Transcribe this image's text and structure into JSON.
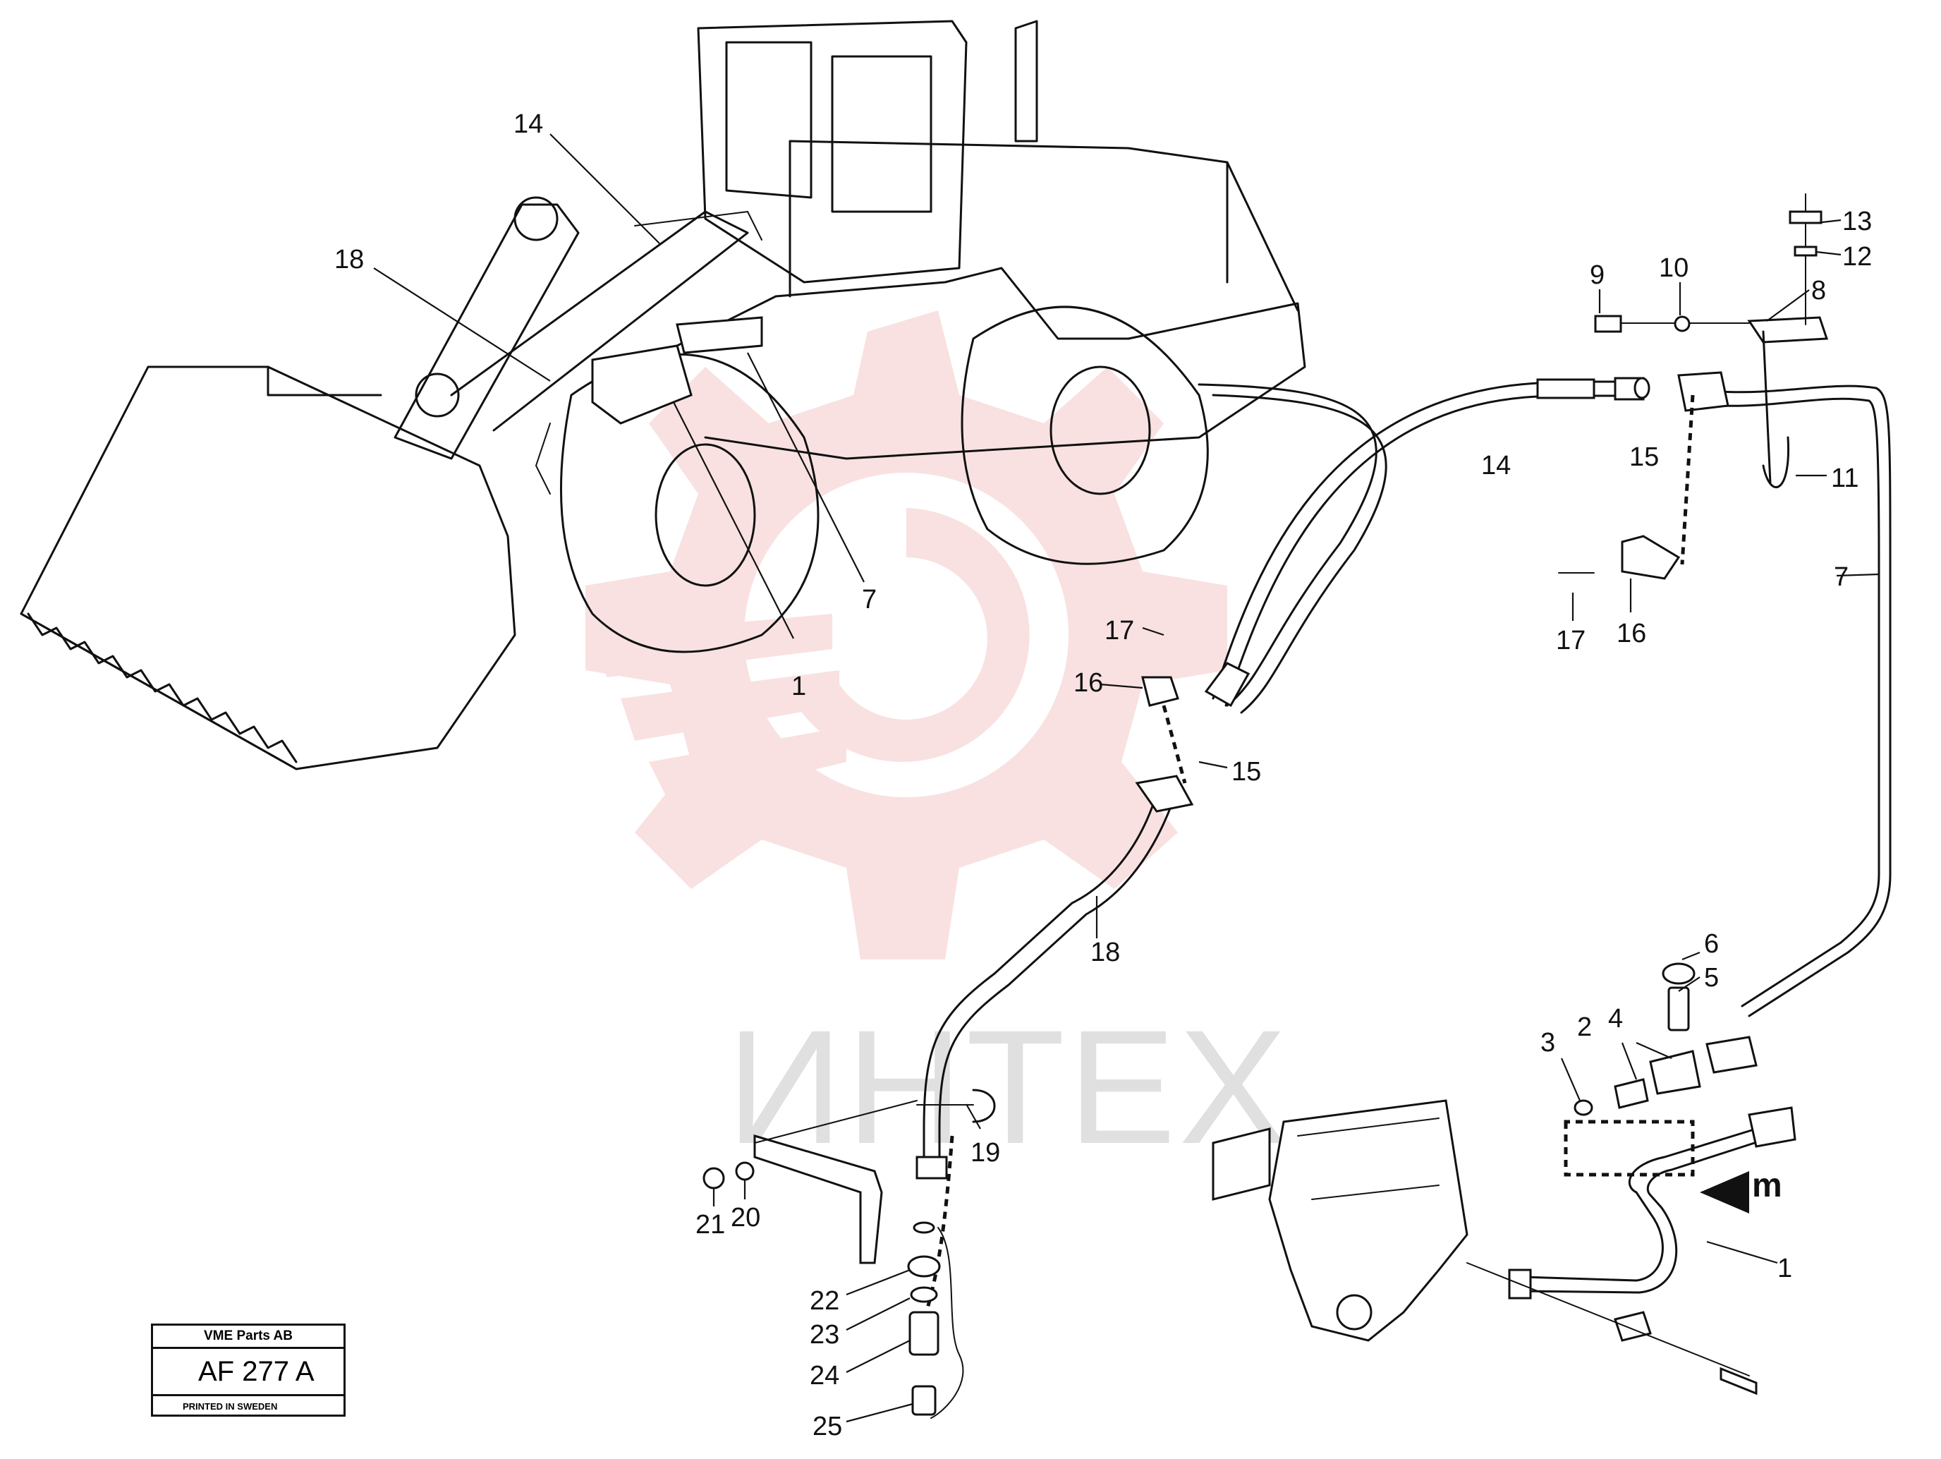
{
  "watermark": {
    "text": "ИНТЕХ",
    "gear_color": "#f2b8b8"
  },
  "callouts": [
    {
      "id": "c14a",
      "label": "14"
    },
    {
      "id": "c18a",
      "label": "18"
    },
    {
      "id": "c7a",
      "label": "7"
    },
    {
      "id": "c1a",
      "label": "1"
    },
    {
      "id": "c13",
      "label": "13"
    },
    {
      "id": "c12",
      "label": "12"
    },
    {
      "id": "c9",
      "label": "9"
    },
    {
      "id": "c10",
      "label": "10"
    },
    {
      "id": "c8",
      "label": "8"
    },
    {
      "id": "c14b",
      "label": "14"
    },
    {
      "id": "c15a",
      "label": "15"
    },
    {
      "id": "c11",
      "label": "11"
    },
    {
      "id": "c7b",
      "label": "7"
    },
    {
      "id": "c17a",
      "label": "17"
    },
    {
      "id": "c16a",
      "label": "16"
    },
    {
      "id": "c17b",
      "label": "17"
    },
    {
      "id": "c16b",
      "label": "16"
    },
    {
      "id": "c15b",
      "label": "15"
    },
    {
      "id": "c18b",
      "label": "18"
    },
    {
      "id": "c6",
      "label": "6"
    },
    {
      "id": "c5",
      "label": "5"
    },
    {
      "id": "c2",
      "label": "2"
    },
    {
      "id": "c4",
      "label": "4"
    },
    {
      "id": "c3",
      "label": "3"
    },
    {
      "id": "cm",
      "label": "m"
    },
    {
      "id": "c1b",
      "label": "1"
    },
    {
      "id": "c19",
      "label": "19"
    },
    {
      "id": "c21",
      "label": "21"
    },
    {
      "id": "c20",
      "label": "20"
    },
    {
      "id": "c22",
      "label": "22"
    },
    {
      "id": "c23",
      "label": "23"
    },
    {
      "id": "c24",
      "label": "24"
    },
    {
      "id": "c25",
      "label": "25"
    }
  ],
  "title_block": {
    "company": "VME Parts AB",
    "code": "AF 277 A",
    "printed": "PRINTED IN SWEDEN"
  }
}
